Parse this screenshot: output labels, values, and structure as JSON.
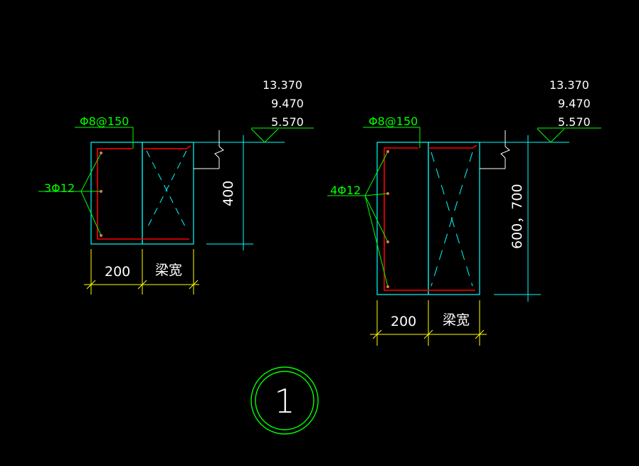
{
  "colors": {
    "background": "#000000",
    "outline": "#00ffff",
    "rebar": "#ff0000",
    "rebar_points": "#ff6666",
    "leader": "#00ff00",
    "leader_text": "#00ff00",
    "elevation_text": "#ffffff",
    "dimension": "#ffff00",
    "dimension_text": "#ffffff",
    "symbol": "#00ff00"
  },
  "left_section": {
    "stirrup_label": "Φ8@150",
    "rebar_label": "3Φ12",
    "elevations": [
      "13.370",
      "9.470",
      "5.570"
    ],
    "height_dim": "400",
    "width_dim": "200",
    "beam_width_label": "梁宽"
  },
  "right_section": {
    "stirrup_label": "Φ8@150",
    "rebar_label": "4Φ12",
    "elevations": [
      "13.370",
      "9.470",
      "5.570"
    ],
    "height_dim": "600，700",
    "width_dim": "200",
    "beam_width_label": "梁宽"
  },
  "detail_marker": "1"
}
